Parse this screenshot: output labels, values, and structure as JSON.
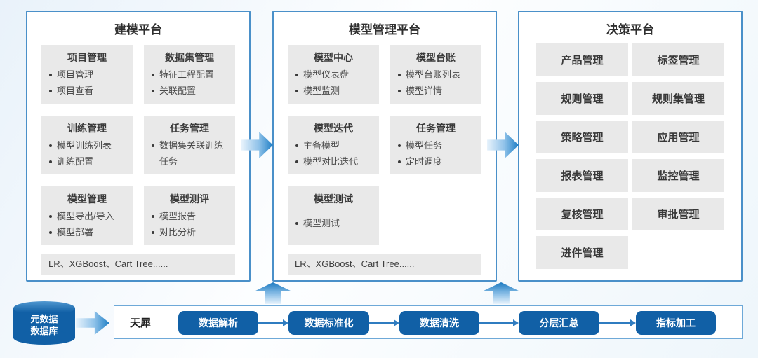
{
  "panels": [
    {
      "title": "建模平台",
      "cards": [
        {
          "title": "项目管理",
          "items": [
            "项目管理",
            "项目查看"
          ]
        },
        {
          "title": "数据集管理",
          "items": [
            "特征工程配置",
            "关联配置"
          ]
        },
        {
          "title": "训练管理",
          "items": [
            "模型训练列表",
            "训练配置"
          ]
        },
        {
          "title": "任务管理",
          "items": [
            "数据集关联训练任务"
          ]
        },
        {
          "title": "模型管理",
          "items": [
            "模型导出/导入",
            "模型部署"
          ]
        },
        {
          "title": "模型测评",
          "items": [
            "模型报告",
            "对比分析"
          ]
        }
      ],
      "footer": "LR、XGBoost、Cart Tree......"
    },
    {
      "title": "模型管理平台",
      "cards": [
        {
          "title": "模型中心",
          "items": [
            "模型仪表盘",
            "模型监测"
          ]
        },
        {
          "title": "模型台账",
          "items": [
            "模型台账列表",
            "模型详情"
          ]
        },
        {
          "title": "模型迭代",
          "items": [
            "主备模型",
            "模型对比迭代"
          ]
        },
        {
          "title": "任务管理",
          "items": [
            "模型任务",
            "定时调度"
          ]
        },
        {
          "title": "模型测试",
          "items": [
            "模型测试"
          ]
        }
      ],
      "footer": "LR、XGBoost、Cart Tree......"
    },
    {
      "title": "决策平台",
      "buttons": [
        "产品管理",
        "标签管理",
        "规则管理",
        "规则集管理",
        "策略管理",
        "应用管理",
        "报表管理",
        "监控管理",
        "复核管理",
        "审批管理",
        "进件管理"
      ]
    }
  ],
  "database": {
    "line1": "元数据",
    "line2": "数据库"
  },
  "pipeline": {
    "source_label": "天犀",
    "steps": [
      "数据解析",
      "数据标准化",
      "数据清洗",
      "分层汇总",
      "指标加工"
    ]
  },
  "colors": {
    "panel_border": "#4a90c9",
    "card_bg": "#e9e9e9",
    "node_blue": "#1160a6",
    "arrow_gradient_dark": "#1e7ec5",
    "arrow_gradient_light": "#e8f3fc"
  }
}
